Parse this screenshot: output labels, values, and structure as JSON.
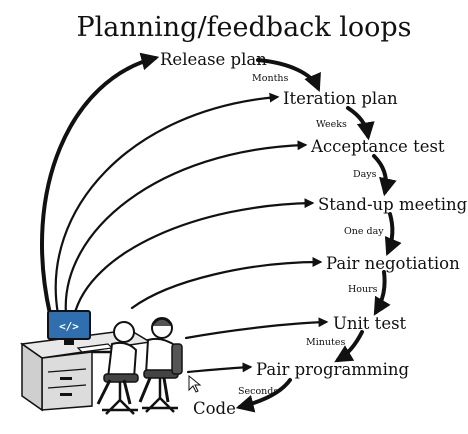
{
  "title": "Planning/feedback loops",
  "stages": [
    {
      "id": "release-plan",
      "label": "Release plan"
    },
    {
      "id": "iteration-plan",
      "label": "Iteration plan"
    },
    {
      "id": "acceptance-test",
      "label": "Acceptance test"
    },
    {
      "id": "stand-up-meeting",
      "label": "Stand-up meeting"
    },
    {
      "id": "pair-negotiation",
      "label": "Pair negotiation"
    },
    {
      "id": "unit-test",
      "label": "Unit test"
    },
    {
      "id": "pair-programming",
      "label": "Pair programming"
    },
    {
      "id": "code",
      "label": "Code"
    }
  ],
  "intervals": [
    "Months",
    "Weeks",
    "Days",
    "One day",
    "Hours",
    "Minutes",
    "Seconds"
  ]
}
